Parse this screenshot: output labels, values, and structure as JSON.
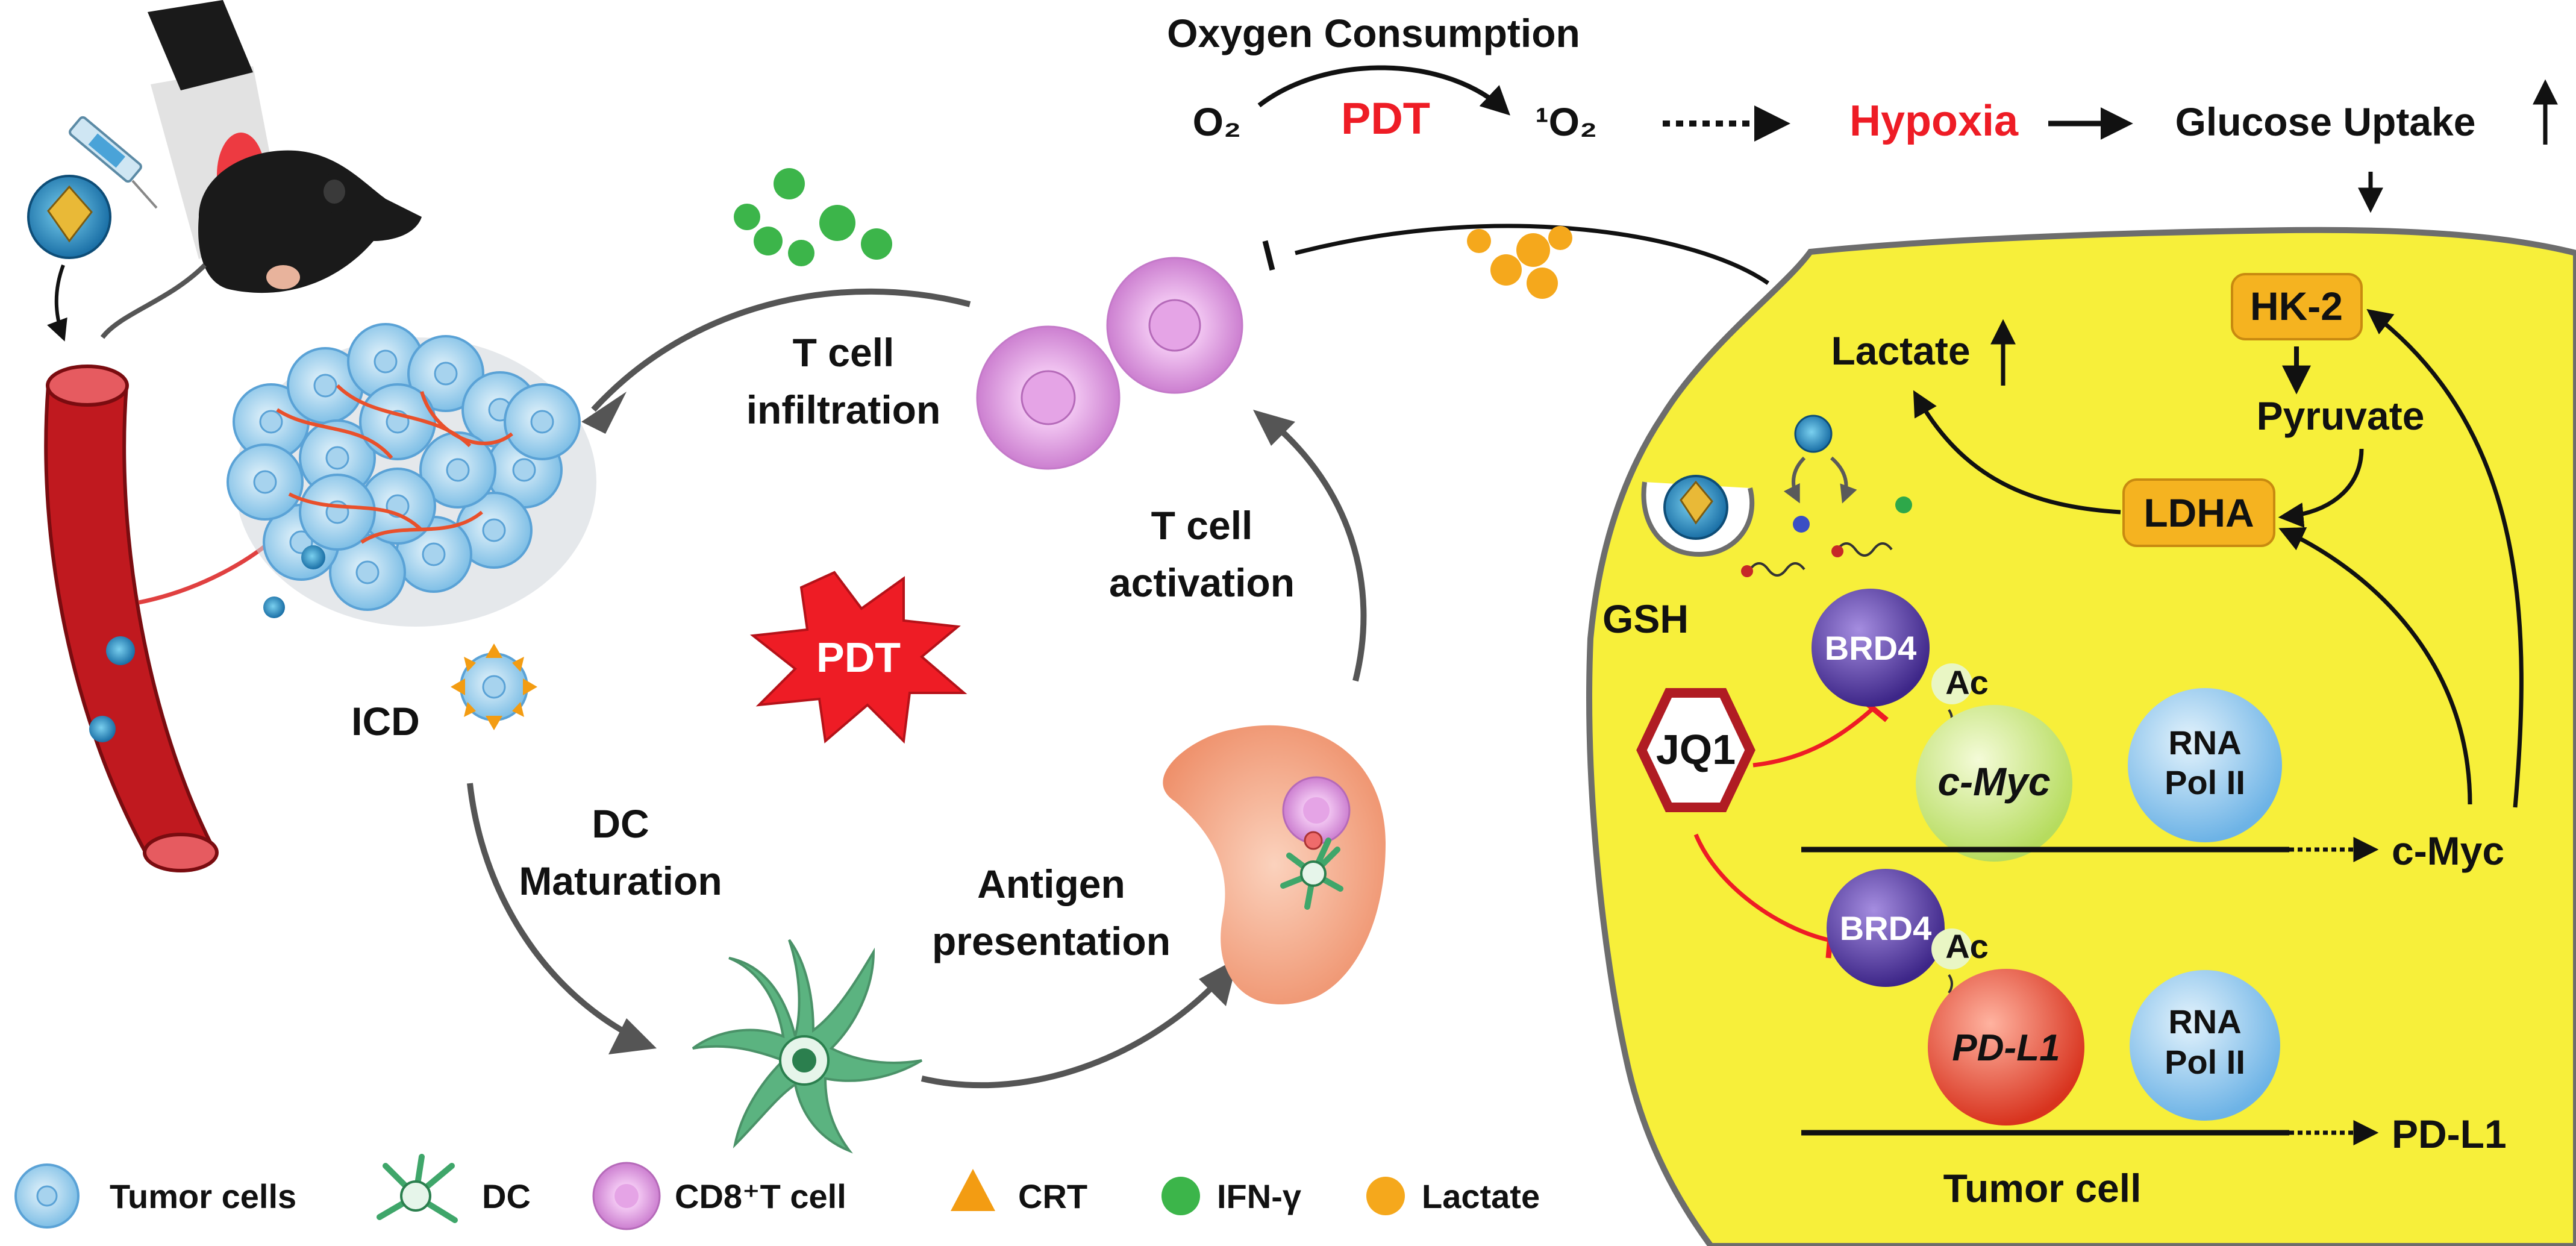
{
  "colors": {
    "tumor_cell_bg": "#f7ef3a",
    "red_accent": "#ee1c25",
    "lactate": "#f5a81c",
    "ifn": "#3cb54a",
    "tcell": "#d98fdc",
    "dc": "#3fa66a",
    "crt": "#f39c12",
    "brd4": "#5b3ea8",
    "cmyc_gene": "#cde88a",
    "pdl1_gene": "#e8432e",
    "rna_pol": "#86c6ee",
    "enzyme_box": "#f5b320",
    "arrow_gray": "#5a5a5a"
  },
  "header": {
    "oxygen_consumption": "Oxygen Consumption",
    "o2": "O₂",
    "pdt": "PDT",
    "singlet_o2": "¹O₂",
    "hypoxia": "Hypoxia",
    "glucose_uptake": "Glucose Uptake"
  },
  "tumor_cell": {
    "hk2": "HK-2",
    "pyruvate": "Pyruvate",
    "ldha": "LDHA",
    "lactate": "Lactate",
    "gsh": "GSH",
    "jq1": "JQ1",
    "brd4_top": "BRD4",
    "ac_top": "Ac",
    "cmyc_gene": "c-Myc",
    "rna_top_line1": "RNA",
    "rna_top_line2": "Pol II",
    "cmyc_product": "c-Myc",
    "brd4_bottom": "BRD4",
    "ac_bottom": "Ac",
    "pdl1_gene": "PD-L1",
    "rna_bottom_line1": "RNA",
    "rna_bottom_line2": "Pol II",
    "pdl1_product": "PD-L1",
    "caption": "Tumor cell"
  },
  "cycle": {
    "t_cell_infiltration_1": "T cell",
    "t_cell_infiltration_2": "infiltration",
    "t_cell_activation_1": "T cell",
    "t_cell_activation_2": "activation",
    "icd": "ICD",
    "dc_maturation_1": "DC",
    "dc_maturation_2": "Maturation",
    "antigen_1": "Antigen",
    "antigen_2": "presentation",
    "pdt_burst": "PDT"
  },
  "legend": [
    {
      "icon": "tumor-cell-icon",
      "label": "Tumor cells"
    },
    {
      "icon": "dc-icon",
      "label": "DC"
    },
    {
      "icon": "cd8-t-cell-icon",
      "label": "CD8⁺T cell"
    },
    {
      "icon": "crt-icon",
      "label": "CRT"
    },
    {
      "icon": "ifn-gamma-icon",
      "label": "IFN-γ"
    },
    {
      "icon": "lactate-icon",
      "label": "Lactate"
    }
  ]
}
